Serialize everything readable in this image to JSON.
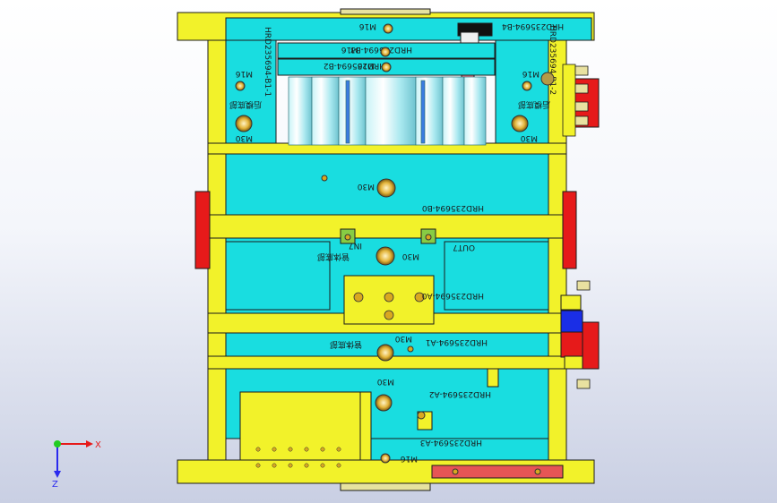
{
  "colors": {
    "plate_cyan": "#19dde0",
    "frame_yellow": "#f2f22a",
    "block_red": "#e61a1a",
    "block_blue": "#1a2ee6",
    "outline": "#1b1b1b",
    "screw_gold": "#d9a820"
  },
  "plates": {
    "b4": {
      "label": "HRD235694-B4",
      "screw": "M16"
    },
    "b3": {
      "label": "HRD235694-B3",
      "screw": "M16"
    },
    "b2": {
      "label": "HRD235694-B2",
      "screw": "M16"
    },
    "b1_1": {
      "label": "HRD235694-B1-1",
      "note": "后模底部",
      "screw_top": "M16",
      "screw_bottom": "M30"
    },
    "b1_2": {
      "label": "HRD235694-B1-2",
      "note": "后模底部",
      "screw_top": "M16",
      "screw_bottom": "M30"
    },
    "b0": {
      "label": "HRD235694-B0",
      "screw": "M30"
    },
    "a0": {
      "label": "HRD235694-A0",
      "note": "管体底部",
      "screw": "M30",
      "tag_in": "IN7",
      "tag_out": "OUT7"
    },
    "a1": {
      "label": "HRD235694-A1",
      "note": "管体底部",
      "screw": "M30"
    },
    "a2": {
      "label": "HRD235694-A2",
      "screw": "M30"
    },
    "a3": {
      "label": "HRD235694-A3",
      "screw": "M16"
    }
  },
  "triad": {
    "x_label": "X",
    "z_label": "Z"
  }
}
